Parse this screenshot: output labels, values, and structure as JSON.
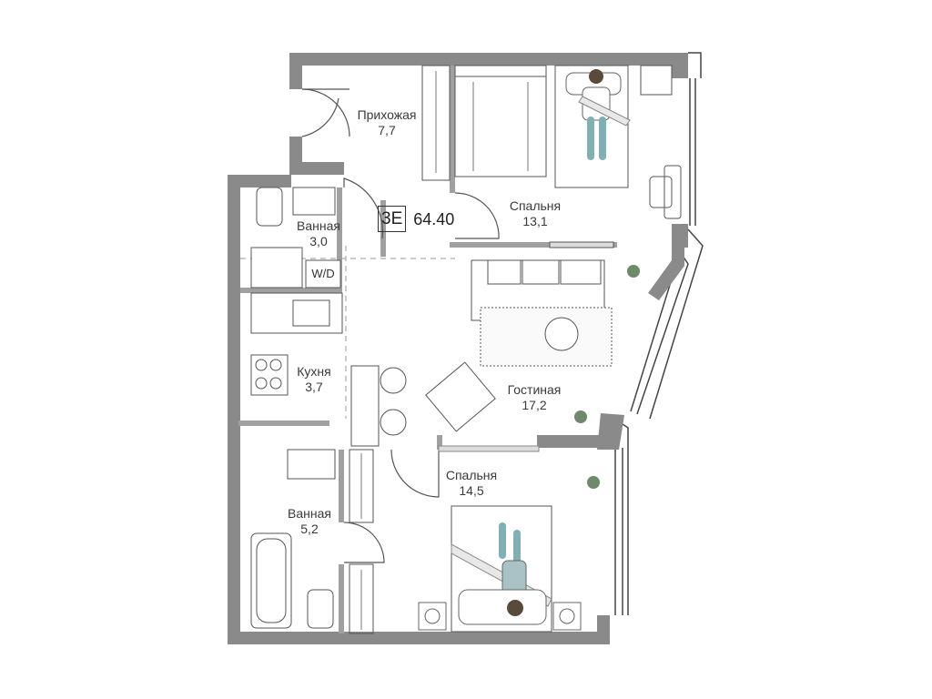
{
  "apartment": {
    "type_code": "3E",
    "total_area": "64.40"
  },
  "rooms": [
    {
      "name": "Прихожая",
      "area": "7,7"
    },
    {
      "name": "Спальня",
      "area": "13,1"
    },
    {
      "name": "Ванная",
      "area": "3,0"
    },
    {
      "name": "Кухня",
      "area": "3,7"
    },
    {
      "name": "Гостиная",
      "area": "17,2"
    },
    {
      "name": "Спальня",
      "area": "14,5"
    },
    {
      "name": "Ванная",
      "area": "5,2"
    }
  ],
  "appliances": {
    "washer_dryer": "W/D"
  },
  "colors": {
    "wall": "#8a8a8a",
    "line": "#555555",
    "plant": "#6f8a6a",
    "figure_shirt": "#a9c2c6",
    "figure_pants": "#7fb0b4"
  }
}
